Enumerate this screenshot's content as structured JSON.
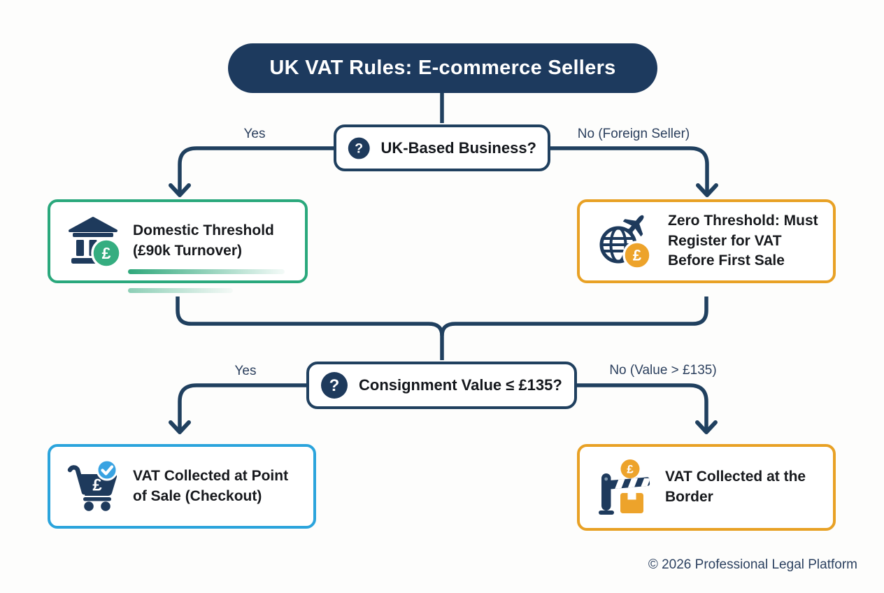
{
  "title": "UK VAT Rules: E-commerce Sellers",
  "footer": "© 2026 Professional Legal Platform",
  "icons": {
    "question_glyph": "?",
    "pound_glyph": "£"
  },
  "decisions": {
    "uk_based": {
      "question": "UK-Based Business?",
      "yes_label": "Yes",
      "no_label": "No (Foreign Seller)"
    },
    "consignment": {
      "question": "Consignment Value ≤ £135?",
      "yes_label": "Yes",
      "no_label": "No (Value > £135)"
    }
  },
  "nodes": {
    "domestic": {
      "label": "Domestic Threshold (£90k Turnover)",
      "icon": "bank-icon",
      "accent": "#2aa87c"
    },
    "foreign": {
      "label": "Zero Threshold: Must Register for VAT Before First Sale",
      "icon": "globe-plane-icon",
      "accent": "#e8a125"
    },
    "checkout": {
      "label": "VAT Collected at Point of Sale (Checkout)",
      "icon": "cart-check-icon",
      "accent": "#2ba4dc"
    },
    "border": {
      "label": "VAT Collected at the Border",
      "icon": "border-barrier-icon",
      "accent": "#e8a125"
    }
  },
  "colors": {
    "navy": "#20405f",
    "title_bg": "#1d3a5e",
    "green": "#2aa87c",
    "orange": "#e8a125",
    "blue": "#2ba4dc",
    "badge_green": "#35ad80",
    "badge_orange": "#eda32b",
    "badge_blue": "#39a3e2"
  }
}
